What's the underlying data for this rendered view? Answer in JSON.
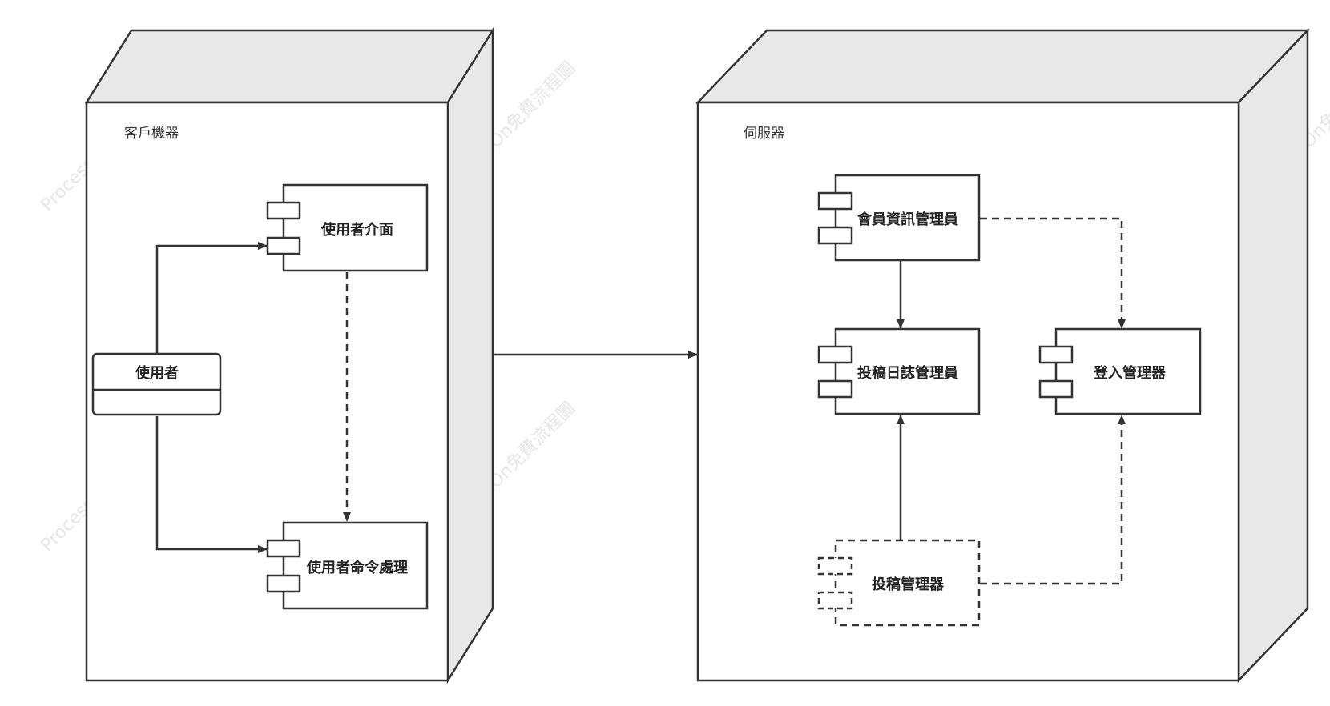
{
  "watermark": {
    "text": "ProcessOn免費流程圖",
    "color": "#e6e6e6"
  },
  "colors": {
    "stroke": "#333333",
    "node_side": "#e8e8e8",
    "background": "#ffffff"
  },
  "nodes": {
    "client": {
      "label": "客戶機器"
    },
    "server": {
      "label": "伺服器"
    }
  },
  "actor": {
    "label": "使用者"
  },
  "components": {
    "user_interface": {
      "label": "使用者介面"
    },
    "command_handler": {
      "label": "使用者命令處理"
    },
    "member_info_manager": {
      "label": "會員資訊管理員"
    },
    "post_log_manager": {
      "label": "投稿日誌管理員"
    },
    "login_manager": {
      "label": "登入管理器"
    },
    "post_manager": {
      "label": "投稿管理器"
    }
  }
}
